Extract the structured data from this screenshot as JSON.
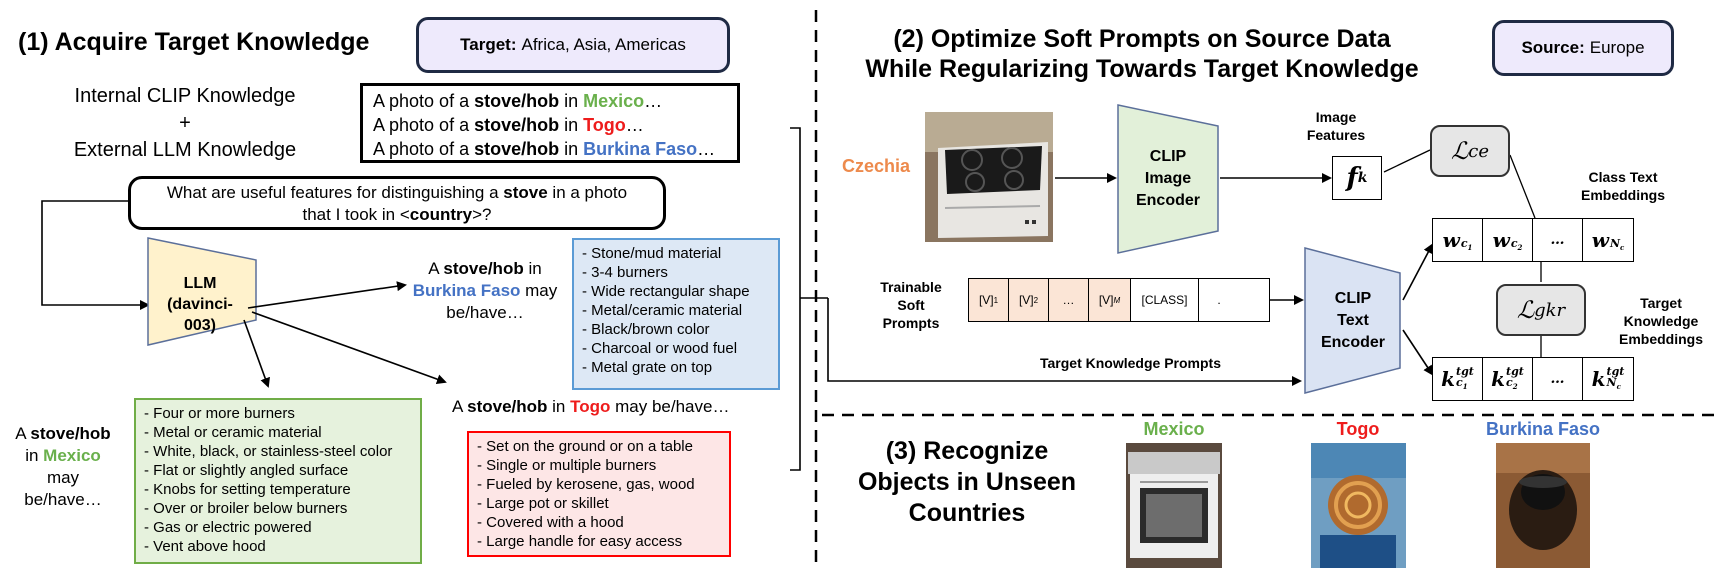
{
  "section1": {
    "heading": "(1) Acquire Target Knowledge",
    "target_tag": {
      "label": "Target:",
      "value": "Africa, Asia, Americas"
    },
    "internal_line": "Internal CLIP Knowledge",
    "plus": "+",
    "external_line": "External LLM Knowledge",
    "prompts": [
      {
        "prefix": "A photo of a ",
        "object": "stove/hob",
        "mid": " in ",
        "country": "Mexico",
        "suffix": "…"
      },
      {
        "prefix": "A photo of a ",
        "object": "stove/hob",
        "mid": " in ",
        "country": "Togo",
        "suffix": "…"
      },
      {
        "prefix": "A photo of a ",
        "object": "stove/hob",
        "mid": " in ",
        "country": "Burkina Faso",
        "suffix": "…"
      }
    ],
    "question": {
      "line1_prefix": "What are useful features for distinguishing a ",
      "line1_bold": "stove",
      "line1_suffix": " in a photo",
      "line2_prefix": "that I took in <",
      "line2_bold": "country",
      "line2_suffix": ">?"
    },
    "llm": {
      "line1": "LLM",
      "line2": "(davinci-",
      "line3": "003)"
    },
    "burkina_caption": {
      "prefix": "A ",
      "object": "stove/hob",
      "mid": " in",
      "country": "Burkina Faso",
      "suffix1": " may",
      "suffix2": "be/have…"
    },
    "togo_caption": {
      "prefix": "A ",
      "object": "stove/hob",
      "mid": " in ",
      "country": "Togo",
      "suffix": " may be/have…"
    },
    "mexico_caption": {
      "prefix": "A ",
      "object": "stove/hob",
      "mid": "in ",
      "country": "Mexico",
      "l3": "may",
      "l4": "be/have…"
    },
    "burkina_features": [
      "- Stone/mud material",
      "- 3-4 burners",
      "- Wide rectangular shape",
      "- Metal/ceramic material",
      "- Black/brown color",
      "- Charcoal or wood fuel",
      "- Metal grate on top"
    ],
    "mexico_features": [
      "- Four or more burners",
      "- Metal or ceramic material",
      "- White, black, or stainless-steel color",
      "- Flat or slightly  angled surface",
      "- Knobs for setting temperature",
      "- Over or broiler below burners",
      "- Gas or electric powered",
      "- Vent above hood"
    ],
    "togo_features": [
      "- Set on the ground or on a table",
      "- Single or multiple burners",
      "- Fueled by kerosene, gas, wood",
      "- Large pot or skillet",
      "- Covered with a hood",
      "- Large handle for easy access"
    ]
  },
  "section2": {
    "heading_line1": "(2) Optimize Soft Prompts on Source Data",
    "heading_line2": "While Regularizing Towards Target Knowledge",
    "source_tag": {
      "label": "Source:",
      "value": "Europe"
    },
    "source_country": "Czechia",
    "image_encoder": {
      "line1": "CLIP",
      "line2": "Image",
      "line3": "Encoder"
    },
    "text_encoder": {
      "line1": "CLIP",
      "line2": "Text",
      "line3": "Encoder"
    },
    "image_features_label": {
      "line1": "Image",
      "line2": "Features"
    },
    "feature_symbol": "f",
    "feature_sub": "k",
    "loss_ce": {
      "sym": "ℒ",
      "sub": "ce"
    },
    "loss_gkr": {
      "sym": "ℒ",
      "sub": "gkr"
    },
    "class_text_label": {
      "line1": "Class Text",
      "line2": "Embeddings"
    },
    "target_knowledge_label": {
      "line1": "Target",
      "line2": "Knowledge",
      "line3": "Embeddings"
    },
    "trainable_label": {
      "line1": "Trainable",
      "line2": "Soft",
      "line3": "Prompts"
    },
    "soft_prompt_tokens": [
      {
        "base": "[V]",
        "sub": "1"
      },
      {
        "base": "[V]",
        "sub": "2"
      },
      {
        "base": "…",
        "sub": ""
      },
      {
        "base": "[V]",
        "sub": "M"
      },
      {
        "base": "[CLASS]",
        "sub": ""
      },
      {
        "base": ".",
        "sub": ""
      }
    ],
    "target_prompts_label": "Target Knowledge Prompts",
    "class_embeddings": [
      {
        "sym": "w",
        "sub": "c",
        "subsub": "1"
      },
      {
        "sym": "w",
        "sub": "c",
        "subsub": "2"
      },
      {
        "sym": "…",
        "sub": "",
        "subsub": ""
      },
      {
        "sym": "w",
        "sub": "N",
        "subsub": "c"
      }
    ],
    "knowledge_embeddings": [
      {
        "sym": "k",
        "sup": "tgt",
        "sub": "c",
        "subsub": "1"
      },
      {
        "sym": "k",
        "sup": "tgt",
        "sub": "c",
        "subsub": "2"
      },
      {
        "sym": "…",
        "sup": "",
        "sub": "",
        "subsub": ""
      },
      {
        "sym": "k",
        "sup": "tgt",
        "sub": "N",
        "subsub": "c"
      }
    ]
  },
  "section3": {
    "heading": {
      "line1": "(3) Recognize",
      "line2": "Objects in Unseen",
      "line3": "Countries"
    },
    "countries": [
      "Mexico",
      "Togo",
      "Burkina Faso"
    ]
  },
  "colors": {
    "green": "#6ab04c",
    "red": "#ee1c1c",
    "blue": "#4472c4",
    "orange": "#ed8a4c",
    "encoder_green": "#e2f0d9",
    "encoder_blue": "#dae3f3",
    "llm_yellow": "#fff2cc",
    "soft_prompt": "#fbe5d6"
  }
}
